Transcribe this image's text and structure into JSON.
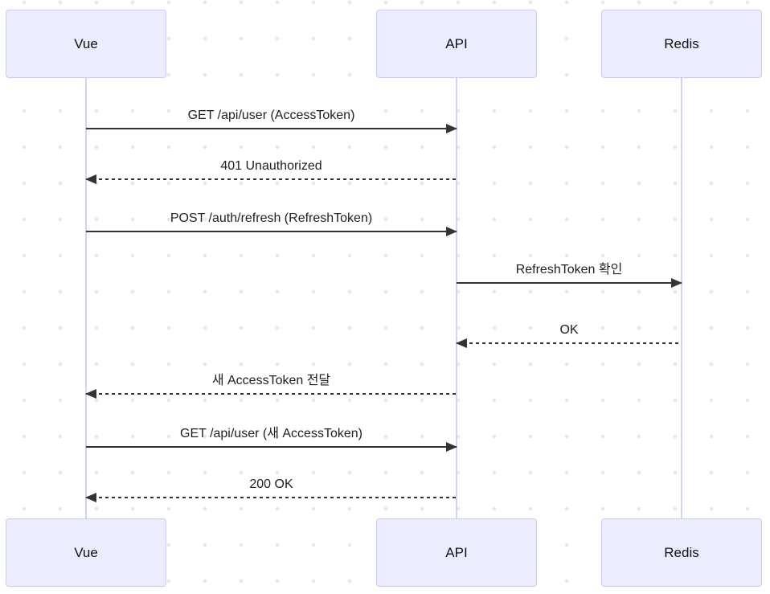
{
  "diagram": {
    "type": "sequence",
    "actors": [
      {
        "name": "Vue"
      },
      {
        "name": "API"
      },
      {
        "name": "Redis"
      }
    ],
    "messages": [
      {
        "from": "Vue",
        "to": "API",
        "label": "GET /api/user (AccessToken)",
        "line": "solid"
      },
      {
        "from": "API",
        "to": "Vue",
        "label": "401 Unauthorized",
        "line": "dashed"
      },
      {
        "from": "Vue",
        "to": "API",
        "label": "POST /auth/refresh (RefreshToken)",
        "line": "solid"
      },
      {
        "from": "API",
        "to": "Redis",
        "label": "RefreshToken 확인",
        "line": "solid"
      },
      {
        "from": "Redis",
        "to": "API",
        "label": "OK",
        "line": "dashed"
      },
      {
        "from": "API",
        "to": "Vue",
        "label": "새 AccessToken 전달",
        "line": "dashed"
      },
      {
        "from": "Vue",
        "to": "API",
        "label": "GET /api/user (새 AccessToken)",
        "line": "solid"
      },
      {
        "from": "API",
        "to": "Vue",
        "label": "200 OK",
        "line": "dashed"
      }
    ],
    "colors": {
      "actor_fill": "#ECECFF",
      "actor_border": "#CCCCF2",
      "lifeline": "#D8D2F0",
      "arrow": "#333333",
      "text": "#1F1F1F",
      "grid_dot": "#E8E8E8",
      "background": "#FFFFFF"
    }
  }
}
